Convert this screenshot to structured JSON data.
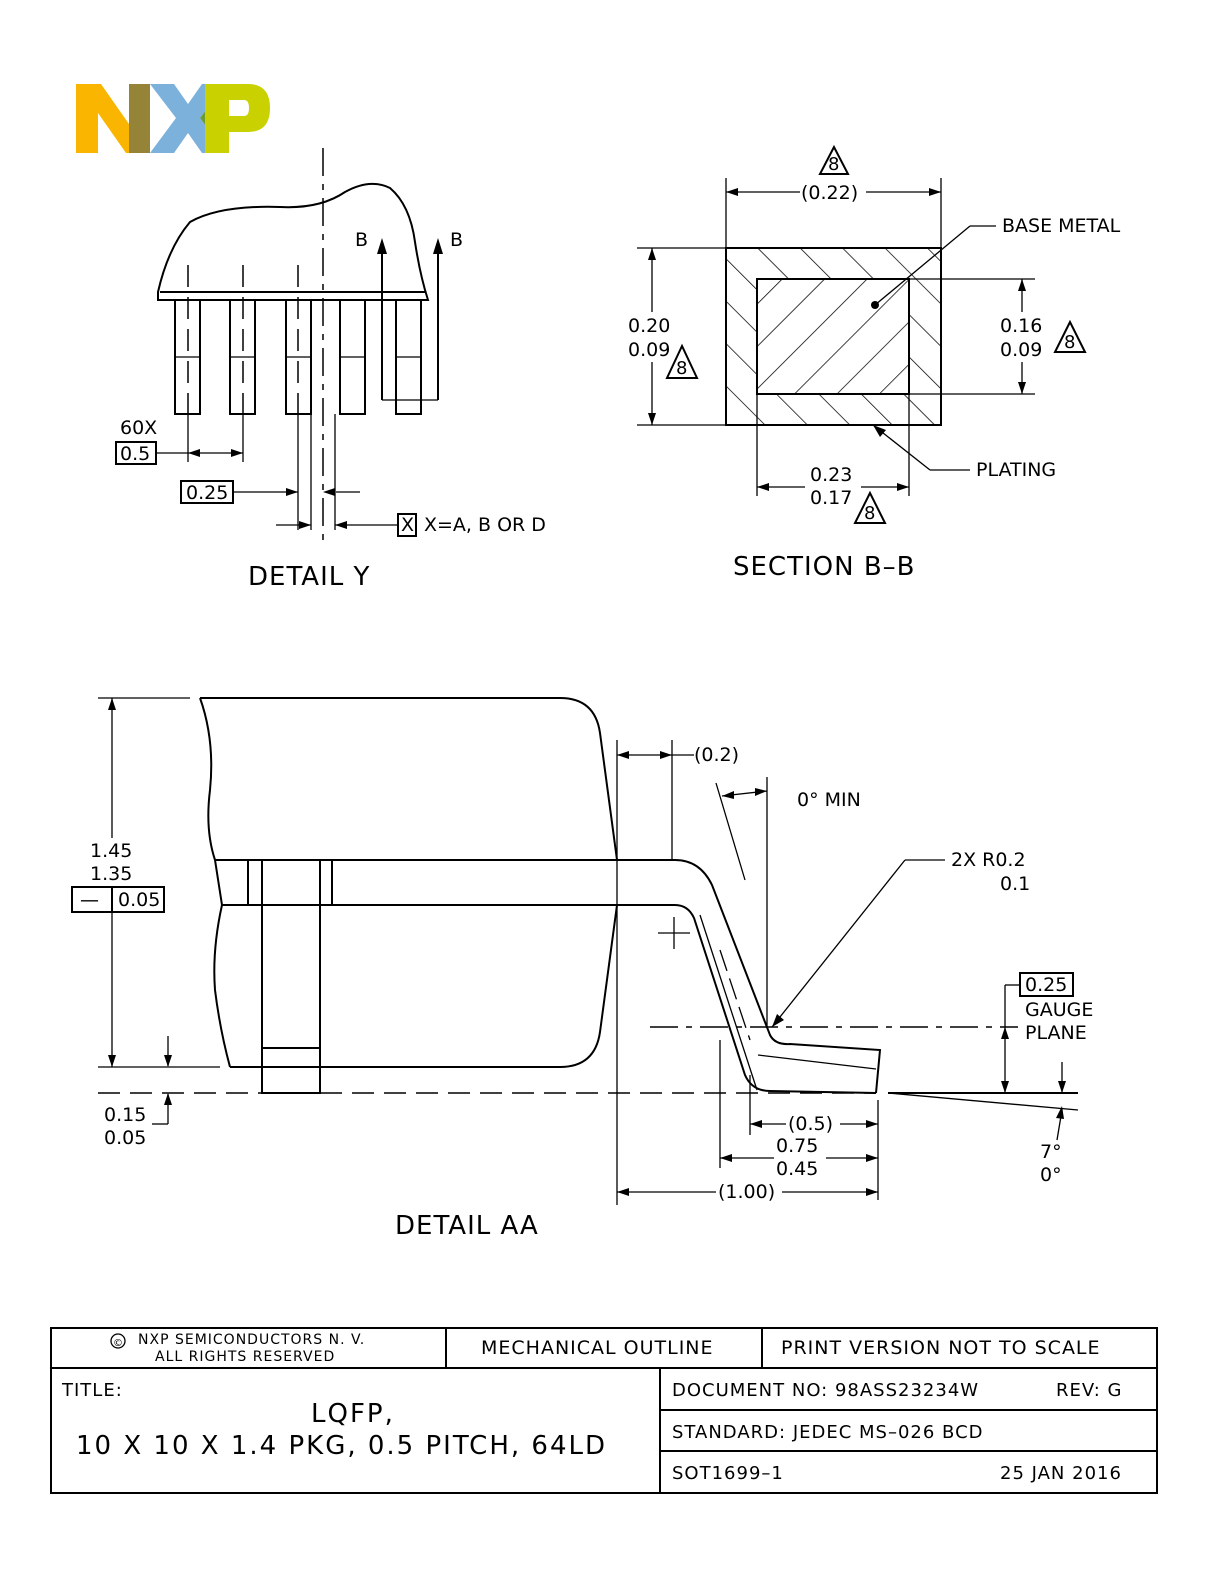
{
  "logo": {
    "text": "NXP",
    "colors": [
      "#f9b500",
      "#958437",
      "#7bb1db",
      "#6e9b3a",
      "#c9d200"
    ]
  },
  "detail_y": {
    "title": "DETAIL Y",
    "section_marks": [
      "B",
      "B"
    ],
    "count": "60X",
    "pitch": "0.5",
    "half_pitch": "0.25",
    "datum_box": "X",
    "datum_note": "X=A,  B OR D"
  },
  "section_bb": {
    "title": "SECTION B–B",
    "note_tag": "8",
    "width_ref": "(0.22)",
    "thickness_max": "0.20",
    "thickness_min": "0.09",
    "base_thk_max": "0.16",
    "base_thk_min": "0.09",
    "base_w_max": "0.23",
    "base_w_min": "0.17",
    "base_metal": "BASE METAL",
    "plating": "PLATING"
  },
  "detail_aa": {
    "title": "DETAIL AA",
    "height_max": "1.45",
    "height_min": "1.35",
    "flatness_symbol": "—",
    "flatness": "0.05",
    "standoff_max": "0.15",
    "standoff_min": "0.05",
    "ref_02": "(0.2)",
    "angle_min": "0° MIN",
    "radius_qty": "2X R0.2",
    "radius_min": "0.1",
    "gauge_value": "0.25",
    "gauge_line1": "GAUGE",
    "gauge_line2": "PLANE",
    "foot_ref": "(0.5)",
    "foot_max": "0.75",
    "foot_min": "0.45",
    "lead_ref": "(1.00)",
    "angle_max": "7°",
    "angle_min2": "0°"
  },
  "title_block": {
    "copyright_sym": "©",
    "copyright_1": "NXP SEMICONDUCTORS N. V.",
    "copyright_2": "ALL RIGHTS RESERVED",
    "header_mid": "MECHANICAL OUTLINE",
    "header_right": "PRINT VERSION NOT TO SCALE",
    "title_label": "TITLE:",
    "title_1": "LQFP,",
    "title_2": "10 X 10 X 1.4 PKG, 0.5 PITCH, 64LD",
    "document": "DOCUMENT NO: 98ASS23234W",
    "rev": "REV:  G",
    "standard": "STANDARD: JEDEC MS–026 BCD",
    "sot": "SOT1699–1",
    "date": "25 JAN 2016"
  }
}
